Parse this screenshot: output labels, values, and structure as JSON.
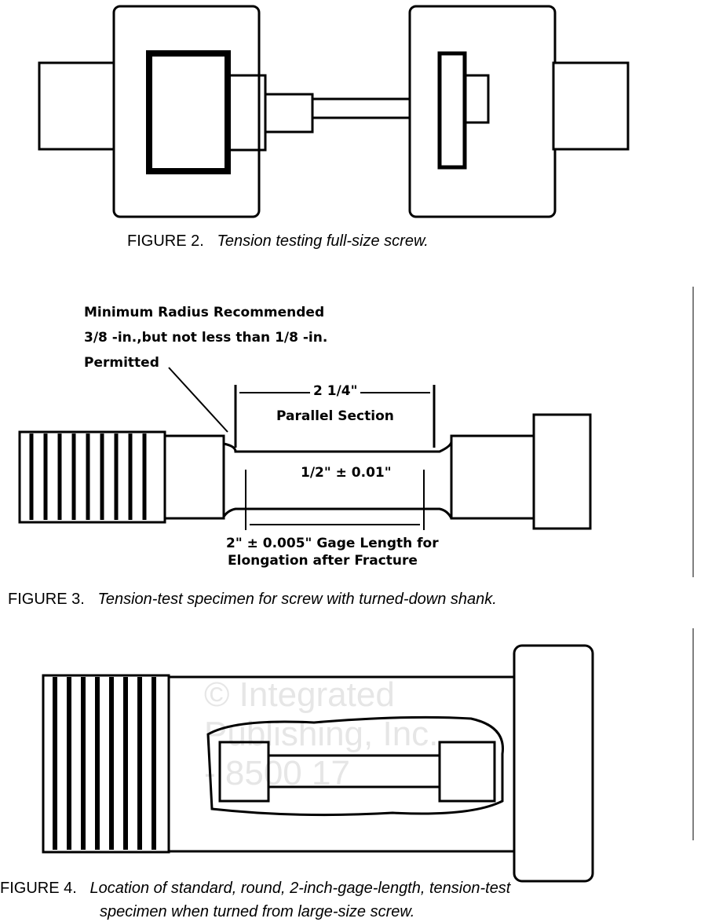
{
  "figure2": {
    "label": "FIGURE 2.",
    "caption": "Tension testing full-size screw."
  },
  "figure3": {
    "label": "FIGURE 3.",
    "caption": "Tension-test specimen for screw with turned-down shank.",
    "annotations": {
      "radius_line1": "Minimum Radius Recommended",
      "radius_line2": "3/8 -in.,but not less than 1/8 -in.",
      "radius_line3": "Permitted",
      "parallel_length": "2 1/4\"",
      "parallel_label": "Parallel Section",
      "diameter": "1/2\" ± 0.01\"",
      "gage_line1": "2\" ± 0.005\" Gage Length for",
      "gage_line2": "Elongation after Fracture"
    }
  },
  "figure4": {
    "label": "FIGURE 4.",
    "caption_line1": "Location of standard, round, 2-inch-gage-length, tension-test",
    "caption_line2": "specimen when turned from large-size screw."
  },
  "watermark": {
    "line1": "© Integrated",
    "line2": "Publishing, Inc.",
    "line3": "- 8500 17"
  }
}
